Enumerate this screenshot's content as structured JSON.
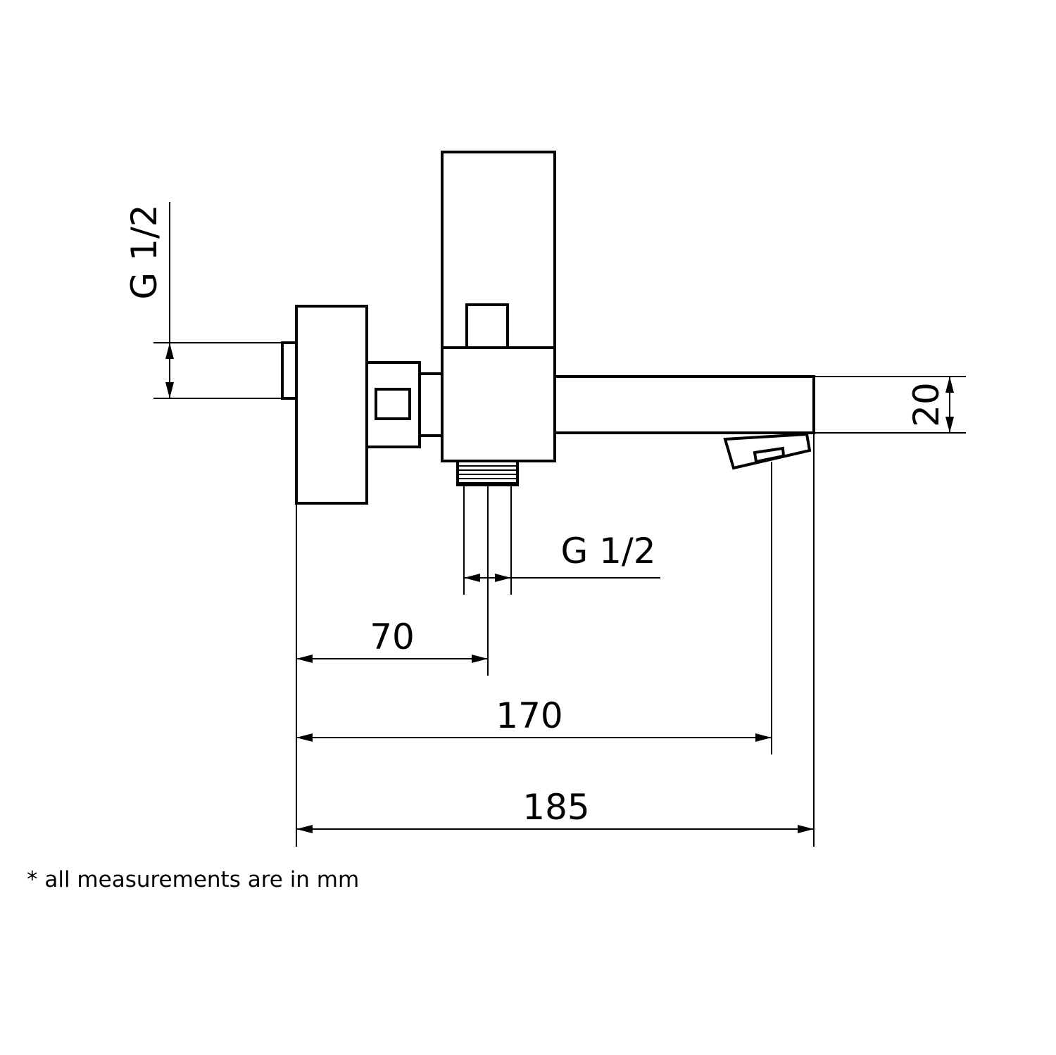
{
  "dimensions": {
    "inlet_thread": "G 1/2",
    "outlet_thread": "G 1/2",
    "spout_height": "20",
    "inlet_to_outlet": "70",
    "inlet_to_spout_outlet": "170",
    "overall_length": "185"
  },
  "note": "* all measurements are in mm",
  "colors": {
    "line": "#000000",
    "background": "#ffffff"
  }
}
